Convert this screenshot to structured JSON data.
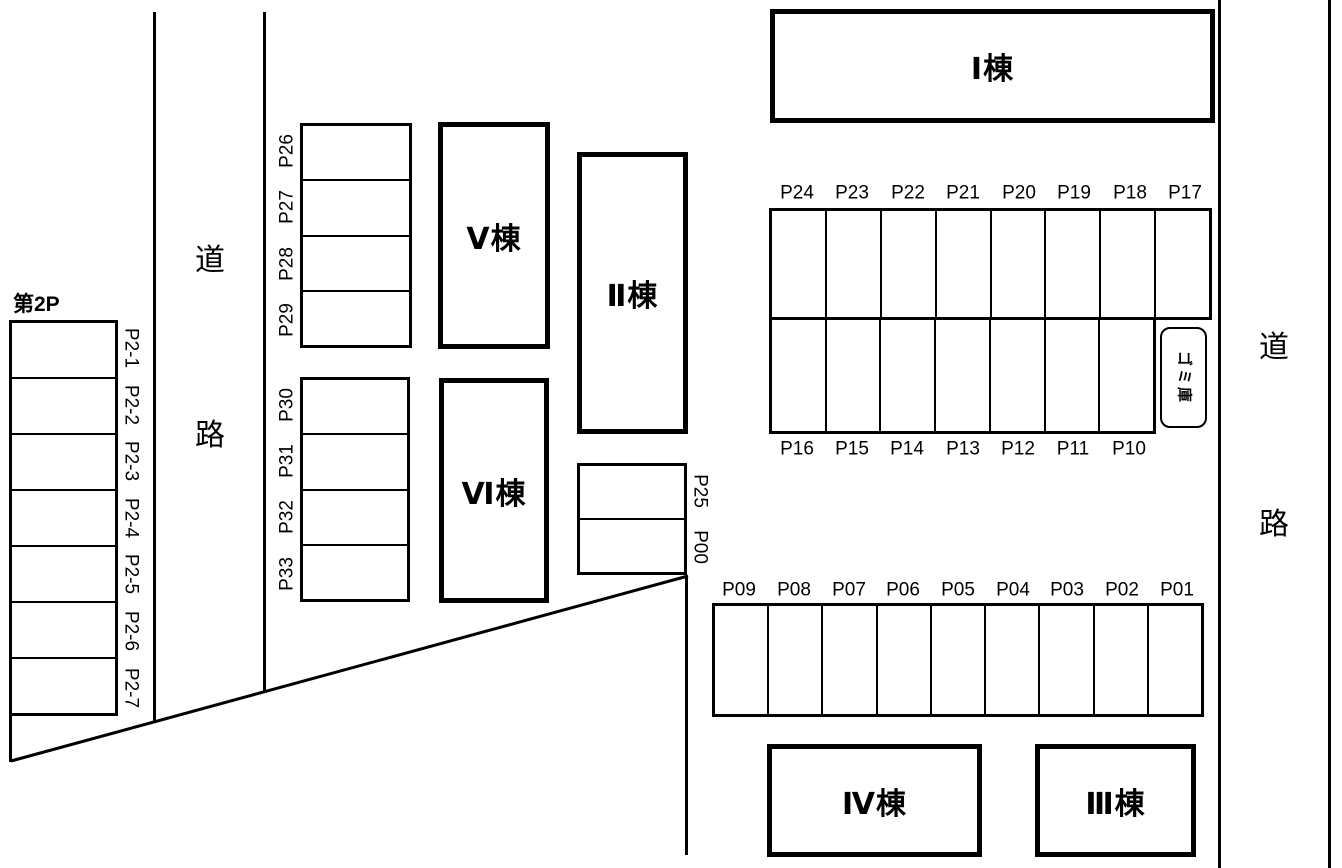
{
  "diagram": {
    "background": "#ffffff",
    "line_color": "#000000"
  },
  "roads": {
    "west": {
      "char_top": "道",
      "char_bottom": "路"
    },
    "east": {
      "char_top": "道",
      "char_bottom": "路"
    }
  },
  "buildings": {
    "b1": "Ⅰ棟",
    "b2": "Ⅱ棟",
    "b3": "Ⅲ棟",
    "b4": "Ⅳ棟",
    "b5": "Ⅴ棟",
    "b6": "Ⅵ棟"
  },
  "lot2": {
    "title": "第2P",
    "stalls": [
      "P2-1",
      "P2-2",
      "P2-3",
      "P2-4",
      "P2-5",
      "P2-6",
      "P2-7"
    ]
  },
  "west_upper_stalls": [
    "P26",
    "P27",
    "P28",
    "P29"
  ],
  "west_lower_stalls": [
    "P30",
    "P31",
    "P32",
    "P33"
  ],
  "center_stalls": [
    "P25",
    "P00"
  ],
  "north_row_stalls": [
    "P24",
    "P23",
    "P22",
    "P21",
    "P20",
    "P19",
    "P18",
    "P17"
  ],
  "middle_row_stalls": [
    "P16",
    "P15",
    "P14",
    "P13",
    "P12",
    "P11",
    "P10"
  ],
  "south_row_stalls": [
    "P09",
    "P08",
    "P07",
    "P06",
    "P05",
    "P04",
    "P03",
    "P02",
    "P01"
  ],
  "garbage_store": "ゴミ庫"
}
